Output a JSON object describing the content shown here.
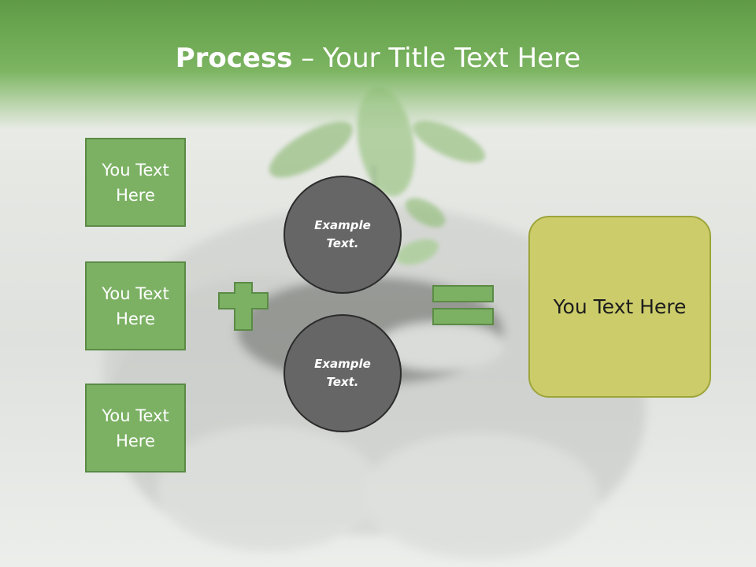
{
  "slide": {
    "title_bold": "Process",
    "title_rest": " – Your Title Text Here",
    "left_boxes": [
      {
        "label": "You Text Here"
      },
      {
        "label": "You Text Here"
      },
      {
        "label": "You Text Here"
      }
    ],
    "circles": [
      {
        "label": "Example Text."
      },
      {
        "label": "Example Text."
      }
    ],
    "result": {
      "label": "You Text Here"
    },
    "operators": {
      "plus_icon": "plus-icon",
      "equals_icon": "equals-icon"
    },
    "colors": {
      "header_green": "#6ea953",
      "box_green": "#7cb164",
      "box_border": "#5b8b45",
      "circle_gray": "#666666",
      "result_olive": "#cccd6a"
    }
  }
}
